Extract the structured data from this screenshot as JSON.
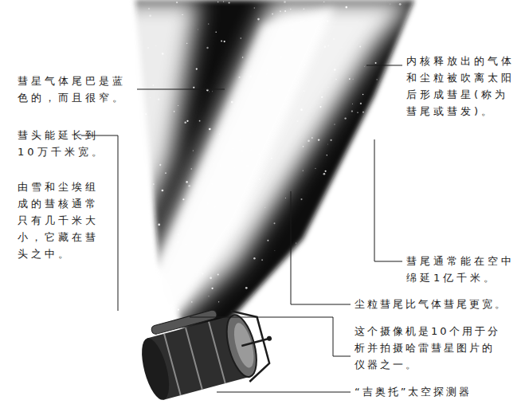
{
  "diagram": {
    "labels": [
      "彗星气体尾巴是蓝 色的，而且很窄。",
      "彗头能延长到 10万千米宽。",
      "由雪和尘埃组 成的彗核通常 只有几千米大 小，它藏在彗 头之中。",
      "内核释放出的气体 和尘粒被吹离太阳 后形成彗星(称为 彗尾或彗发)。",
      "彗尾通常能在空中 绵延1亿千米。",
      "尘粒彗尾比气体彗尾更宽。",
      "这个摄像机是10个用于分 析并拍摄哈雷彗星图片的 仪器之一。",
      "“吉奥托”太空探测器"
    ]
  }
}
